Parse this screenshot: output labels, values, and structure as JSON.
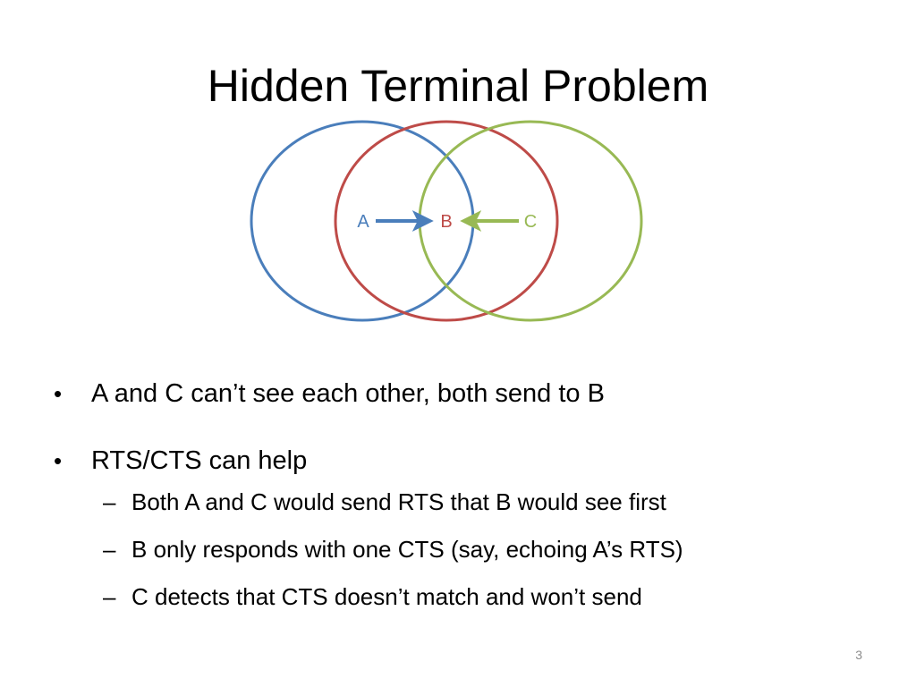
{
  "slide": {
    "title": "Hidden Terminal Problem",
    "page_number": "3"
  },
  "diagram": {
    "nodes": [
      {
        "id": "A",
        "label": "A",
        "color": "#4a7ebb"
      },
      {
        "id": "B",
        "label": "B",
        "color": "#be4b48"
      },
      {
        "id": "C",
        "label": "C",
        "color": "#98b954"
      }
    ],
    "edges": [
      {
        "from": "A",
        "to": "B",
        "color": "#4a7ebb"
      },
      {
        "from": "C",
        "to": "B",
        "color": "#98b954"
      }
    ]
  },
  "bullets": [
    {
      "marker": "•",
      "text": "A and C can’t see each other, both send to B",
      "subitems": []
    },
    {
      "marker": "•",
      "text": "RTS/CTS can help",
      "subitems": [
        {
          "marker": "–",
          "text": "Both A and C would send RTS that B would see first"
        },
        {
          "marker": "–",
          "text": "B only responds with one CTS (say, echoing A’s RTS)"
        },
        {
          "marker": "–",
          "text": "C detects that CTS doesn’t match and won’t send"
        }
      ]
    }
  ]
}
